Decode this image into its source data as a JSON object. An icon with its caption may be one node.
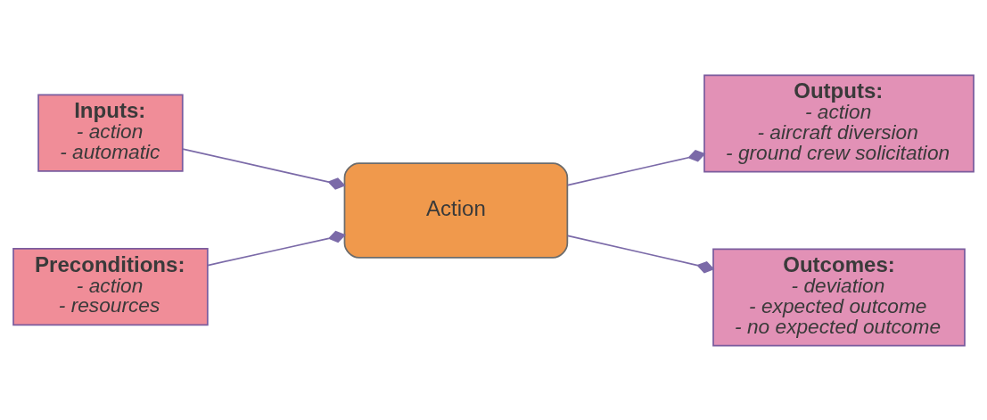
{
  "diagram": {
    "nodes": [
      {
        "text": [
          "Inputs:",
          "- action",
          "- automatic"
        ]
      },
      {
        "text": [
          "Outputs:",
          "- action",
          "- aircraft diversion",
          "- ground crew solicitation"
        ]
      },
      {
        "text": [
          "Action"
        ]
      },
      {
        "text": [
          "Preconditions:",
          "- action",
          "- resources"
        ]
      },
      {
        "text": [
          "Outcomes:",
          "- deviation",
          "- expected outcome",
          "- no expected outcome"
        ]
      }
    ],
    "edges": [
      {
        "from": 0,
        "to": 2,
        "arrow": "other"
      },
      {
        "from": 3,
        "to": 2,
        "arrow": "other"
      },
      {
        "from": 2,
        "to": 1,
        "arrow": "other"
      },
      {
        "from": 2,
        "to": 4,
        "arrow": "other"
      }
    ]
  }
}
